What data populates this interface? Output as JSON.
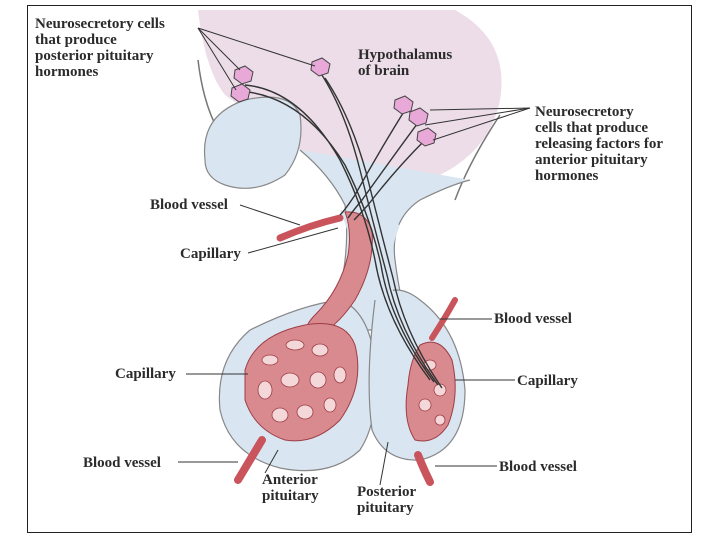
{
  "labels": {
    "neuro_posterior": [
      "Neurosecretory cells",
      "that produce",
      "posterior pituitary",
      "hormones"
    ],
    "hypothalamus": [
      "Hypothalamus",
      "of brain"
    ],
    "neuro_anterior": [
      "Neurosecretory",
      "cells that produce",
      "releasing factors for",
      "anterior pituitary",
      "hormones"
    ],
    "blood_vessel_upper_left": "Blood vessel",
    "capillary_upper_left": "Capillary",
    "capillary_left": "Capillary",
    "blood_vessel_lower_left": "Blood vessel",
    "anterior_pituitary": [
      "Anterior",
      "pituitary"
    ],
    "posterior_pituitary": [
      "Posterior",
      "pituitary"
    ],
    "blood_vessel_right_upper": "Blood vessel",
    "capillary_right": "Capillary",
    "blood_vessel_right_lower": "Blood vessel"
  },
  "colors": {
    "hypothalamus_fill": "#ecdde8",
    "gland_fill": "#d9e6f2",
    "vessel_red": "#c9545c",
    "capillary_net": "#d98a8e",
    "neuron_body": "#e8a9d8",
    "line": "#333333"
  }
}
